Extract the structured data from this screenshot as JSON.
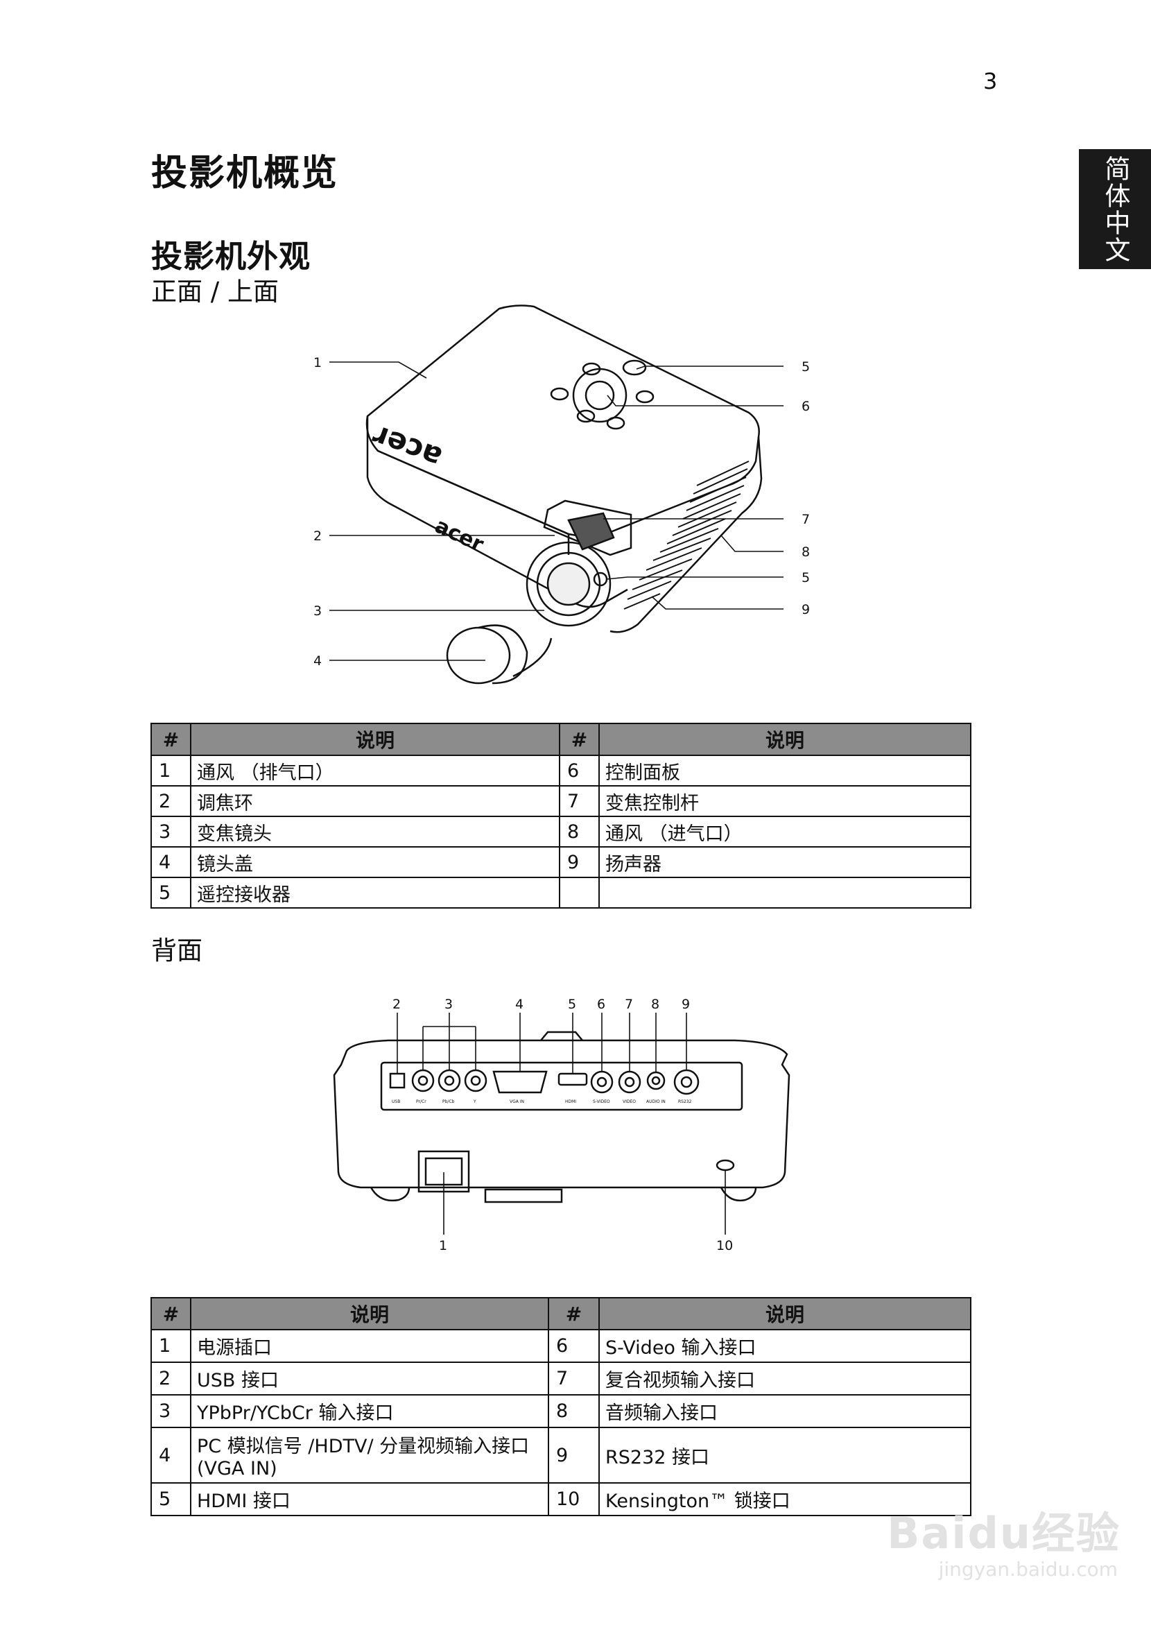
{
  "page": {
    "number": "3",
    "language_tab": "简体中文",
    "title": "投影机概览",
    "section_title": "投影机外观",
    "front_label": "正面 / 上面",
    "rear_label": "背面"
  },
  "front_diagram": {
    "callouts_left": [
      "1",
      "2",
      "3",
      "4"
    ],
    "callouts_right": [
      "5",
      "6",
      "7",
      "8",
      "5",
      "9"
    ],
    "top_logo": "acer",
    "front_logo": "acer"
  },
  "front_table": {
    "headers": [
      "#",
      "说明",
      "#",
      "说明"
    ],
    "rows": [
      [
        "1",
        "通风 （排气口）",
        "6",
        "控制面板"
      ],
      [
        "2",
        "调焦环",
        "7",
        "变焦控制杆"
      ],
      [
        "3",
        "变焦镜头",
        "8",
        "通风 （进气口）"
      ],
      [
        "4",
        "镜头盖",
        "9",
        "扬声器"
      ],
      [
        "5",
        "遥控接收器",
        "",
        ""
      ]
    ]
  },
  "rear_diagram": {
    "callouts_top": [
      "2",
      "3",
      "4",
      "5",
      "6",
      "7",
      "8",
      "9"
    ],
    "callouts_bottom": [
      "1",
      "10"
    ],
    "port_labels": [
      "USB",
      "Pr/Cr",
      "Pb/Cb",
      "Y",
      "VGA IN",
      "HDMI",
      "S-VIDEO",
      "VIDEO",
      "AUDIO IN",
      "RS232"
    ]
  },
  "rear_table": {
    "headers": [
      "#",
      "说明",
      "#",
      "说明"
    ],
    "rows": [
      [
        "1",
        "电源插口",
        "6",
        "S-Video 输入接口"
      ],
      [
        "2",
        "USB 接口",
        "7",
        "复合视频输入接口"
      ],
      [
        "3",
        "YPbPr/YCbCr 输入接口",
        "8",
        "音频输入接口"
      ],
      [
        "4",
        "PC 模拟信号 /HDTV/ 分量视频输入接口 (VGA IN)",
        "9",
        "RS232 接口"
      ],
      [
        "5",
        "HDMI 接口",
        "10",
        "Kensington™ 锁接口"
      ]
    ]
  },
  "watermark": {
    "brand": "Baidu经验",
    "url": "jingyan.baidu.com"
  }
}
